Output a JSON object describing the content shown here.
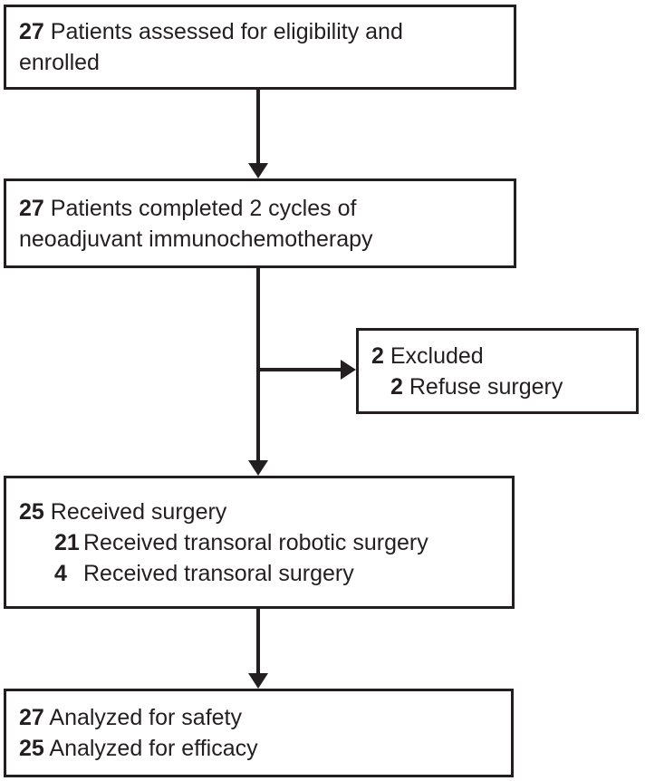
{
  "figure": {
    "kind": "patient-flow-diagram",
    "colors": {
      "ink": "#231f20",
      "background": "#ffffff"
    },
    "boxes": {
      "enrollment": {
        "lines": [
          {
            "num": "27",
            "text": "Patients assessed for eligibility and"
          },
          {
            "num": "",
            "text": "enrolled"
          }
        ]
      },
      "neoadjuvant": {
        "lines": [
          {
            "num": "27",
            "text": "Patients completed 2 cycles of"
          },
          {
            "num": "",
            "text": "neoadjuvant immunochemotherapy"
          }
        ]
      },
      "excluded": {
        "lines": [
          {
            "num": "2",
            "text": "Excluded"
          },
          {
            "num": "2",
            "text": "Refuse surgery"
          }
        ]
      },
      "surgery": {
        "lines": [
          {
            "num": "25",
            "text": "Received surgery"
          },
          {
            "num": "21",
            "text": "Received transoral robotic surgery"
          },
          {
            "num": "4",
            "text": "Received transoral surgery"
          }
        ]
      },
      "analysis": {
        "lines": [
          {
            "num": "27",
            "text": "Analyzed for safety"
          },
          {
            "num": "25",
            "text": "Analyzed for efficacy"
          }
        ]
      }
    },
    "connections": [
      {
        "from": "enrollment",
        "to": "neoadjuvant",
        "type": "arrow-down"
      },
      {
        "from": "neoadjuvant",
        "to": "surgery",
        "type": "arrow-down"
      },
      {
        "from": "neoadjuvant",
        "to": "excluded",
        "type": "arrow-right-branch"
      },
      {
        "from": "surgery",
        "to": "analysis",
        "type": "arrow-down"
      }
    ]
  }
}
